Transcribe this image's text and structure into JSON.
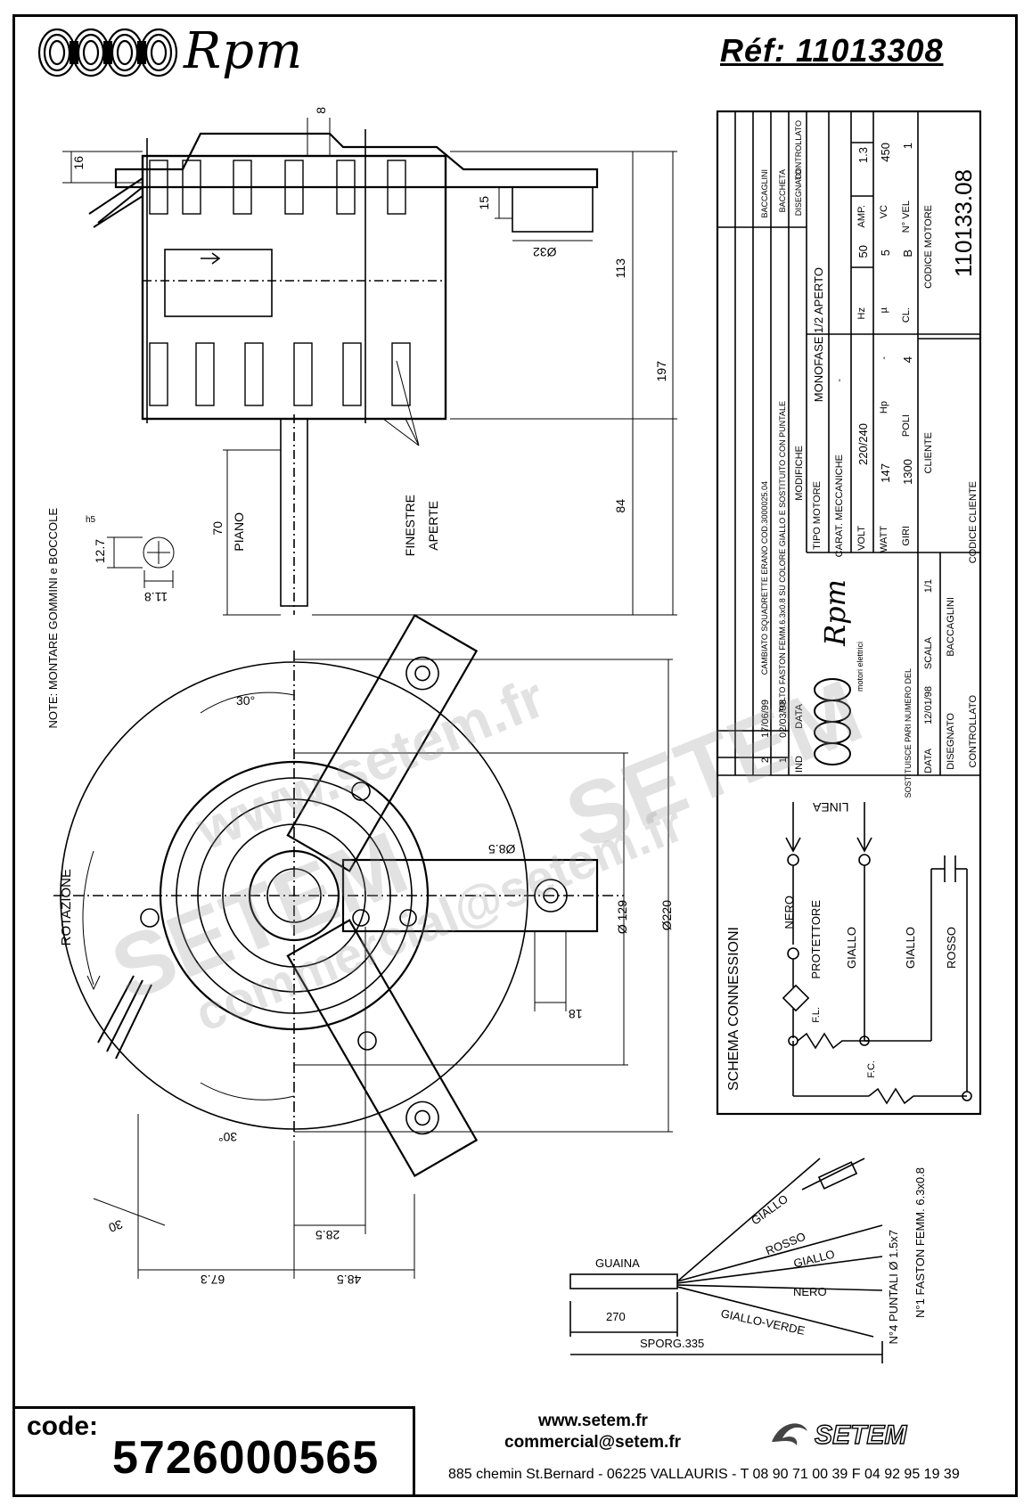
{
  "header": {
    "brand_name": "Rpm",
    "reference": "Réf:  11013308"
  },
  "dimensions": {
    "d16": "16",
    "d8": "8",
    "d15": "15",
    "d32": "Ø32",
    "d113": "113",
    "d197": "197",
    "d84": "84",
    "d70": "70",
    "piano": "PIANO",
    "shaft": "12.7",
    "shaft_tol": "h5",
    "d11_8": "11.8",
    "finestre": "FINESTRE",
    "aperte": "APERTE",
    "note": "NOTE:  MONTARE GOMMINI e BOCCOLE",
    "angle_top": "30°",
    "angle_bottom": "30°",
    "d8_5": "Ø8.5",
    "d129": "Ø 129",
    "d220": "Ø220",
    "d18": "18",
    "rotazione": "ROTAZIONE",
    "d30": "30",
    "d28_5": "28.5",
    "d67_3": "67.3",
    "d48_5": "48.5"
  },
  "title_block": {
    "rev_2": "2",
    "rev_2_date": "17/06/99",
    "rev_1": "1",
    "rev_1_date": "02/03/98",
    "rev_header_ind": "IND",
    "rev_header_data": "DATA",
    "mod_2": "CAMBIATO SQUADRETTE ERANO COD.3000025.04",
    "mod_1": "TOLTO FASTON FEMM.6.3x0.8 SU COLORE GIALLO E SOSTITUITO CON PUNTALE",
    "modifiche": "MODIFICHE",
    "baccaglini": "BACCAGLINI",
    "baccheta": "BACCHETA",
    "disegnato": "DISEGNATO",
    "controllato": "CONTROLLATO",
    "dash": "-",
    "tipo_motore_label": "TIPO MOTORE",
    "tipo_motore": "MONOFASE 1/2 APERTO",
    "carat_label": "CARAT. MECCANICHE",
    "carat_value": "-",
    "volt_label": "VOLT",
    "volt": "220/240",
    "hz_label": "Hz",
    "hz": "50",
    "amp_label": "AMP.",
    "amp": "1.3",
    "watt_label": "WATT",
    "watt": "147",
    "hp_label": "Hp",
    "hp": "-",
    "mf_label": "µ",
    "mf": "5",
    "vc_label": "VC",
    "vc": "450",
    "giri_label": "GIRI",
    "giri": "1300",
    "poli_label": "POLI",
    "poli": "4",
    "cl_label": "CL.",
    "cl": "B",
    "nvel_label": "N° VEL",
    "nvel": "1",
    "codice_motore_label": "CODICE MOTORE",
    "codice_motore": "110133.08",
    "cliente_label": "CLIENTE",
    "codice_cliente_label": "CODICE CLIENTE",
    "logo_name": "Rpm",
    "logo_sub": "motori elettrici",
    "sostituisce": "SOSTITUISCE PARI NUMERO DEL",
    "data_label": "DATA",
    "data": "12/01/98",
    "scala_label": "SCALA",
    "scala": "1/1",
    "disegnato_label": "DISEGNATO",
    "disegnato_by": "BACCAGLINI",
    "controllato_label": "CONTROLLATO"
  },
  "schema": {
    "title": "SCHEMA CONNESSIONI",
    "linea": "LINEA",
    "nero": "NERO",
    "protettore": "PROTETTORE",
    "giallo1": "GIALLO",
    "giallo2": "GIALLO",
    "rosso": "ROSSO",
    "fl": "F.L.",
    "fc": "F.C."
  },
  "wiring": {
    "guaina": "GUAINA",
    "d270": "270",
    "sporg": "SPORG.335",
    "giallo_a": "GIALLO",
    "rosso": "ROSSO",
    "giallo_b": "GIALLO",
    "nero": "NERO",
    "giallo_verde": "GIALLO-VERDE",
    "puntali": "N°4 PUNTALI Ø 1.5x7",
    "faston": "N°1 FASTON FEMM. 6.3x0.8"
  },
  "watermark": {
    "line1": "www.setem.fr",
    "line2": "SETEM",
    "line3": "SETEM",
    "line4": "commercial@setem.fr"
  },
  "footer": {
    "code_label": "code:",
    "code_number": "5726000565",
    "website": "www.setem.fr",
    "email": "commercial@setem.fr",
    "address": "885 chemin St.Bernard  -  06225 VALLAURIS  -  T 08 90 71 00 39   F 04 92 95 19 39",
    "setem_logo": "SETEM"
  }
}
